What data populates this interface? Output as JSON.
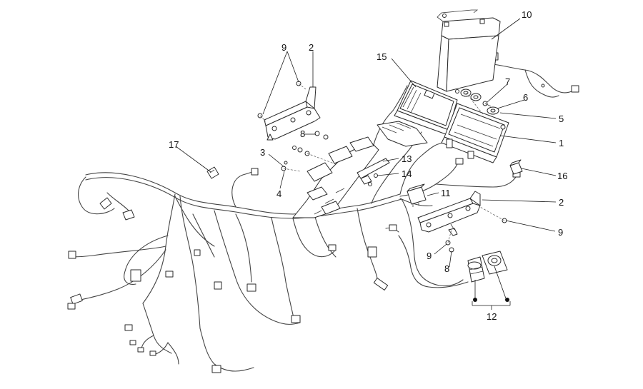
{
  "callouts": {
    "c1": "1",
    "c2a": "2",
    "c2b": "2",
    "c3": "3",
    "c4": "4",
    "c5": "5",
    "c6": "6",
    "c7": "7",
    "c8a": "8",
    "c8b": "8",
    "c9a": "9",
    "c9b": "9",
    "c9c": "9",
    "c10": "10",
    "c11": "11",
    "c12": "12",
    "c13": "13",
    "c14": "14",
    "c15": "15",
    "c16": "16",
    "c17": "17"
  }
}
